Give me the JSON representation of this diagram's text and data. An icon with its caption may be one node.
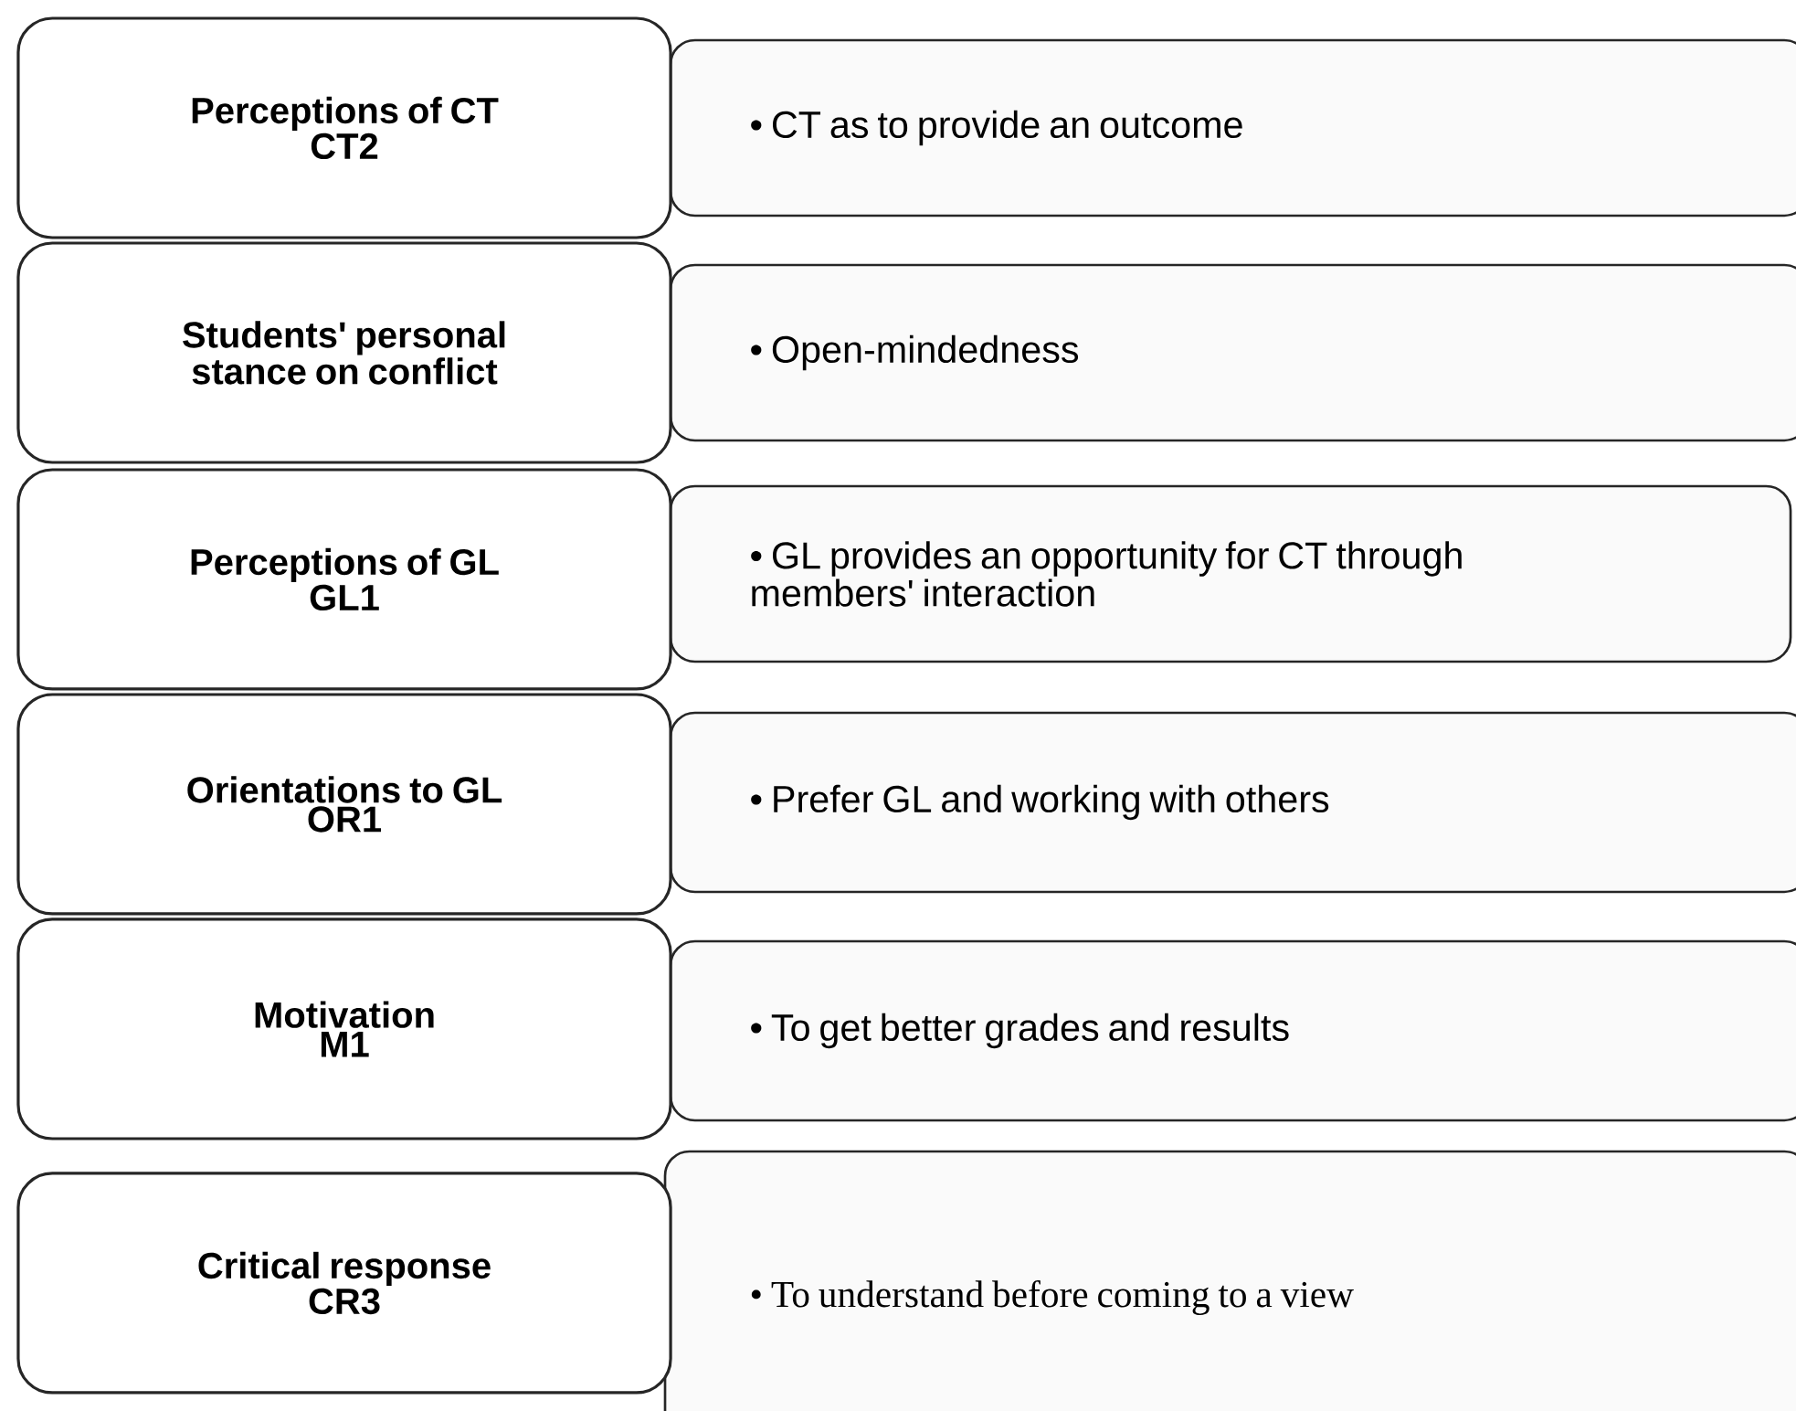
{
  "diagram": {
    "nodes": [
      {
        "text": [
          "Perceptions of CT",
          "CT2"
        ]
      },
      {
        "text": [
          "• CT as to provide an outcome"
        ]
      },
      {
        "text": [
          "Students' personal stance on conflict"
        ]
      },
      {
        "text": [
          "• Open-mindedness"
        ]
      },
      {
        "text": [
          "Perceptions of GL",
          "GL1"
        ]
      },
      {
        "text": [
          "• GL provides an opportunity for CT through members' interaction"
        ]
      },
      {
        "text": [
          "Orientations to GL",
          "OR1"
        ]
      },
      {
        "text": [
          "• Prefer GL and working with others"
        ]
      },
      {
        "text": [
          "Motivation",
          "M1"
        ]
      },
      {
        "text": [
          "•  To get better grades and results"
        ]
      },
      {
        "text": [
          "Critical response",
          "CR3"
        ]
      },
      {
        "text": [
          "• To understand before coming to a view"
        ]
      }
    ]
  }
}
